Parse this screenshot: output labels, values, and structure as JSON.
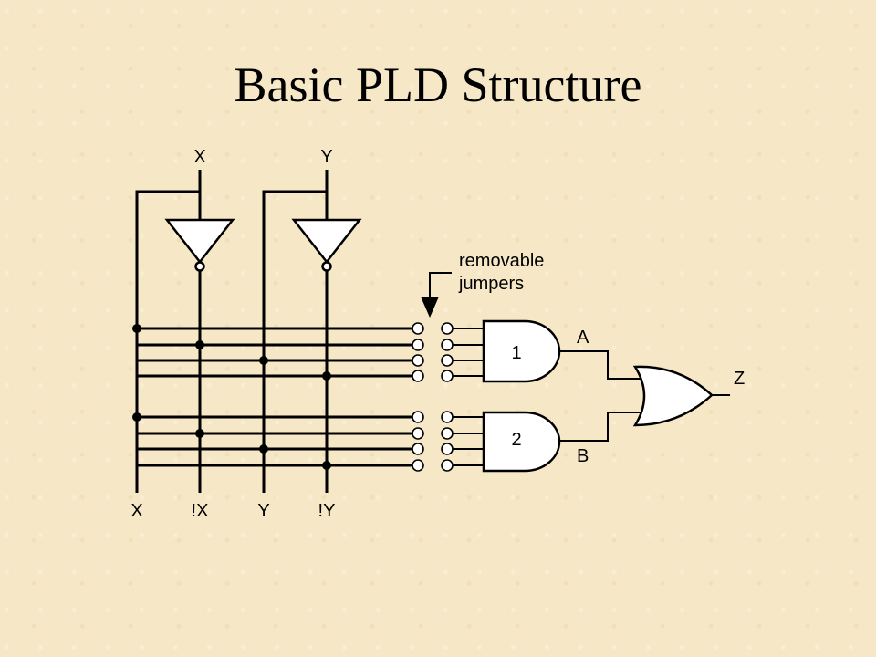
{
  "slide": {
    "title": "Basic PLD Structure"
  },
  "diagram": {
    "inputs": {
      "x": "X",
      "y": "Y"
    },
    "bus_labels": {
      "x": "X",
      "not_x": "!X",
      "y": "Y",
      "not_y": "!Y"
    },
    "annotation": {
      "line1": "removable",
      "line2": "jumpers"
    },
    "gates": {
      "and1": "1",
      "and2": "2"
    },
    "signals": {
      "a": "A",
      "b": "B",
      "z": "Z"
    }
  }
}
